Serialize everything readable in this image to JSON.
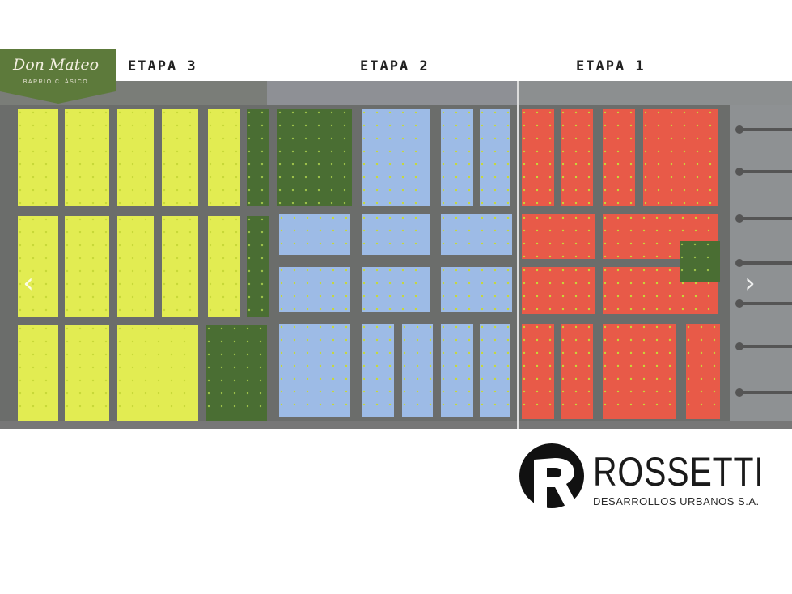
{
  "stages": [
    {
      "label": "ETAPA 3",
      "color": "#e2ec52"
    },
    {
      "label": "ETAPA 2",
      "color": "#9dbbe6"
    },
    {
      "label": "ETAPA 1",
      "color": "#e85a48"
    }
  ],
  "colors": {
    "green_space": "#4a6e33",
    "road": "#6b6d6b",
    "lot_dot": "#c7d838",
    "dm_badge": "#5d7a3b"
  },
  "logo_don_mateo": {
    "name": "Don Mateo",
    "subtitle": "BARRIO CLÁSICO"
  },
  "nav": {
    "prev_icon": "‹",
    "next_icon": "›"
  },
  "logo_rossetti": {
    "name": "ROSSETTI",
    "tagline": "DESARROLLOS URBANOS S.A."
  }
}
